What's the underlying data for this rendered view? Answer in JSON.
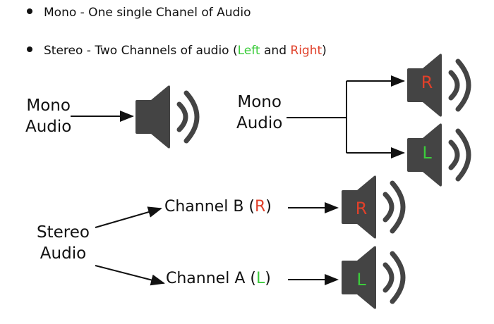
{
  "bullets": [
    {
      "prefix": "Mono - One single Chanel of Audio"
    },
    {
      "prefix": "Stereo - Two Channels of audio (",
      "left": "Left",
      "mid": " and ",
      "right": "Right",
      "suffix": ")"
    }
  ],
  "mono_simple": {
    "line1": "Mono",
    "line2": "Audio"
  },
  "mono_split": {
    "line1": "Mono",
    "line2": "Audio",
    "speaker_top": "R",
    "speaker_bottom": "L"
  },
  "stereo": {
    "line1": "Stereo",
    "line2": "Audio",
    "channel_b": {
      "prefix": "Channel B (",
      "letter": "R",
      "suffix": ")"
    },
    "channel_a": {
      "prefix": "Channel A (",
      "letter": "L",
      "suffix": ")"
    }
  },
  "colors": {
    "left": "#3ccc3c",
    "right": "#e0402a",
    "speaker": "#444444"
  }
}
